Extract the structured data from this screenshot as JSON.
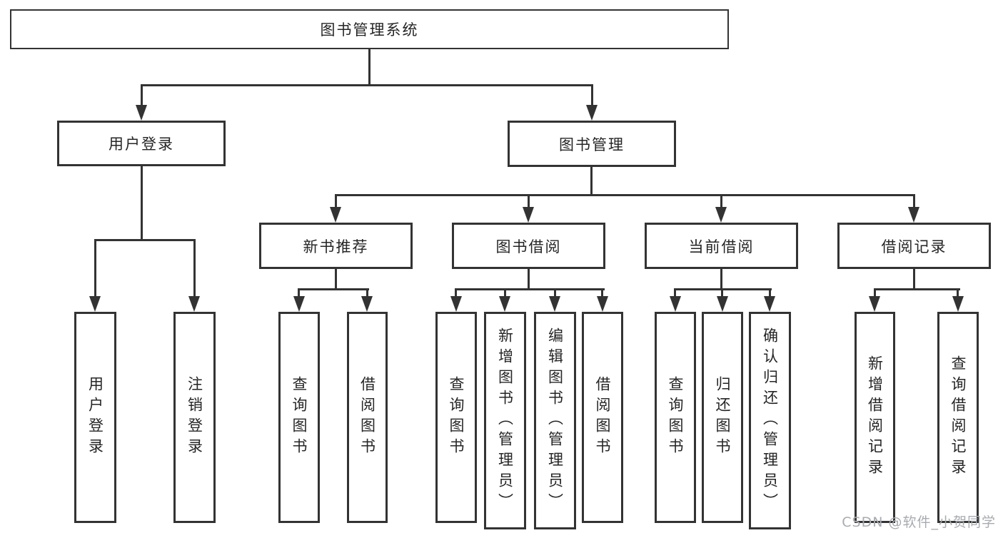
{
  "colors": {
    "background": "#ffffff",
    "line": "#333333",
    "box_border": "#333333",
    "text": "#252525",
    "watermark": "#a8abb0"
  },
  "tree": {
    "root": {
      "label": "图书管理系统",
      "children": [
        {
          "label": "用户登录",
          "children": [
            {
              "label": "用户登录"
            },
            {
              "label": "注销登录"
            }
          ]
        },
        {
          "label": "图书管理",
          "children": [
            {
              "label": "新书推荐",
              "children": [
                {
                  "label": "查询图书"
                },
                {
                  "label": "借阅图书"
                }
              ]
            },
            {
              "label": "图书借阅",
              "children": [
                {
                  "label": "查询图书"
                },
                {
                  "label": "新增图书（管理员）"
                },
                {
                  "label": "编辑图书（管理员）"
                },
                {
                  "label": "借阅图书"
                }
              ]
            },
            {
              "label": "当前借阅",
              "children": [
                {
                  "label": "查询图书"
                },
                {
                  "label": "归还图书"
                },
                {
                  "label": "确认归还（管理员）"
                }
              ]
            },
            {
              "label": "借阅记录",
              "children": [
                {
                  "label": "新增借阅记录"
                },
                {
                  "label": "查询借阅记录"
                }
              ]
            }
          ]
        }
      ]
    }
  },
  "watermark": {
    "text": "CSDN @软件_小贺同学"
  }
}
